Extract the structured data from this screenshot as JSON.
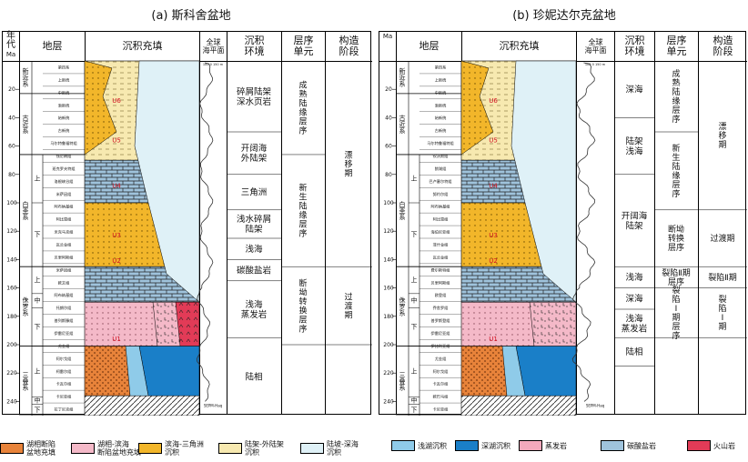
{
  "titles": {
    "a": "(a) 斯科舍盆地",
    "b": "(b) 珍妮达尔克盆地"
  },
  "headers": {
    "age": "年代",
    "age_unit": "Ma",
    "strata": "地层",
    "fill": "沉积充填",
    "sea_level": "全球\n海平面",
    "env": "沉积\n环境",
    "seq": "层序\n单元",
    "tect": "构造\n阶段",
    "sea_scale": "100 0 150 m",
    "sea_ref": "SEPM-Haq"
  },
  "age_ticks": [
    "20",
    "40",
    "60",
    "80",
    "100",
    "120",
    "140",
    "160",
    "180",
    "200",
    "220",
    "240"
  ],
  "systems": [
    "新近系",
    "古近系",
    "白垩系",
    "侏罗系",
    "三叠系"
  ],
  "series": [
    "上",
    "下",
    "上",
    "中",
    "下",
    "上",
    "中",
    "下"
  ],
  "formations_a": [
    "第四系",
    "上新统",
    "中新统",
    "渐新统",
    "始新统",
    "古新统",
    "马尔特鲁福特组",
    "钱尼纳组",
    "班克罗夫特组",
    "洛根峡谷组",
    "米萨因组",
    "阿布纳基组",
    "阿比恩组",
    "米克马克组",
    "瓦兰金组",
    "贝里阿斯组",
    "米萨因组",
    "欧文组",
    "阿布纳基组",
    "托朗尔组",
    "普列斯滕组",
    "伊雷尼亚组",
    "尤金组",
    "阿尔戈组",
    "柯雷尔组",
    "卡瓦尔组",
    "卡尼亚组",
    "拉丁尼克组"
  ],
  "formations_b": [
    "第四系",
    "上新统",
    "中新统",
    "渐新统",
    "始新统",
    "古新统",
    "马尔特鲁福特组",
    "钦沃斯组",
    "狼湖组",
    "巴卢塞尔特组",
    "努约尔组",
    "阿布纳基组",
    "阿比恩组",
    "海伯尼亚组",
    "菲什金组",
    "瓦兰金组",
    "费尔斯特组",
    "贝里阿斯组",
    "欧登组",
    "乔舍罗组",
    "普罗斯登组",
    "伊雷尼亚组",
    "伊比利亚组",
    "尤金组",
    "阿尔戈组",
    "卡瓦尔组",
    "欧巴马组",
    "卡尼亚组"
  ],
  "unconformities_a": [
    "U6",
    "U5",
    "U4",
    "U3",
    "U2",
    "U1"
  ],
  "unconformities_b": [
    "U6",
    "U5",
    "U4",
    "U3",
    "U2",
    "U1"
  ],
  "env_a": [
    "碎屑陆架\n深水页岩",
    "开阔海\n外陆架",
    "三角洲",
    "浅水碎屑\n陆架",
    "浅海",
    "碳酸盐岩",
    "浅海\n蒸发岩",
    "陆相"
  ],
  "seq_a": [
    "成\n熟\n陆\n缘\n层\n序",
    "新\n生\n陆\n缘\n层\n序",
    "断\n坳\n转\n换\n层\n序"
  ],
  "tect_a": [
    "漂\n移\n期",
    "过\n渡\n期"
  ],
  "env_b": [
    "深海",
    "陆架\n浅海",
    "开阔海\n陆架",
    "浅海",
    "深海",
    "浅海\n蒸发岩",
    "陆相"
  ],
  "seq_b": [
    "成\n熟\n陆\n缘\n层\n序",
    "新\n生\n陆\n缘\n层\n序",
    "断坳\n转换\n层序",
    "裂陷Ⅱ期\n层序",
    "裂\n陷\nⅠ\n期\n层\n序"
  ],
  "tect_b": [
    "漂\n移\n期",
    "过渡期",
    "裂陷Ⅱ期",
    "裂\n陷\nⅠ\n期"
  ],
  "legend": [
    {
      "label": "湖相断陷\n盆地充填",
      "color": "#e8833a"
    },
    {
      "label": "湖相-滨海\n断陷盆地充填",
      "color": "#f4b9c8"
    },
    {
      "label": "滨海-三角洲\n沉积",
      "color": "#f2b62a"
    },
    {
      "label": "陆架-外陆架\n沉积",
      "color": "#f7e9b0"
    },
    {
      "label": "陆坡-深海\n沉积",
      "color": "#dff1f7"
    },
    {
      "label": "浅湖沉积",
      "color": "#8fcbe9"
    },
    {
      "label": "深湖沉积",
      "color": "#1a7fc8"
    },
    {
      "label": "蒸发岩",
      "color": "#f3a9bc"
    },
    {
      "label": "碳酸盐岩",
      "color": "#9fc3dc"
    },
    {
      "label": "火山岩",
      "color": "#e23b57"
    }
  ],
  "colors": {
    "orange": "#e8833a",
    "pink": "#f4b9c8",
    "yellow": "#f2b62a",
    "cream": "#f7e9b0",
    "pale": "#dff1f7",
    "lightblue": "#8fcbe9",
    "blue": "#1a7fc8",
    "carb": "#9fc3dc",
    "red": "#e23b57"
  }
}
